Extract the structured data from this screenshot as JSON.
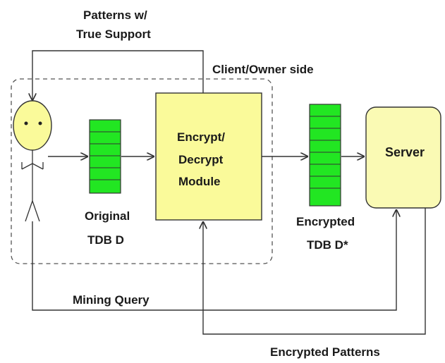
{
  "labels": {
    "patterns_line1": "Patterns w/",
    "patterns_line2": "True Support",
    "client_side": "Client/Owner side",
    "module_line1": "Encrypt/",
    "module_line2": "Decrypt",
    "module_line3": "Module",
    "original_line1": "Original",
    "original_line2": "TDB D",
    "encrypted_tdb_line1": "Encrypted",
    "encrypted_tdb_line2": "TDB D*",
    "server": "Server",
    "mining_query": "Mining Query",
    "encrypted_patterns": "Encrypted Patterns"
  },
  "colors": {
    "box_fill": "#fafa9a",
    "server_fill": "#fafab4",
    "database_fill": "#22e622",
    "face_fill": "#fafa9a",
    "line": "#333333"
  }
}
